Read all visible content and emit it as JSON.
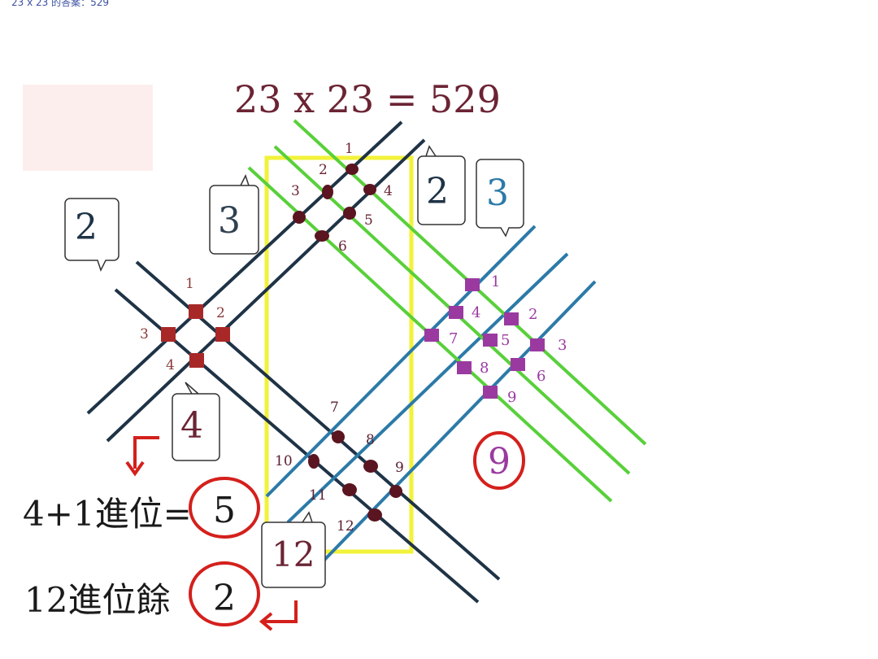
{
  "caption": "23 x 23 的答案：529",
  "title": "23 x 23 = 529",
  "bubbles": {
    "left_tens": "2",
    "left_ones": "3",
    "right_tens": "2",
    "right_ones": "3",
    "hundreds_count": "4",
    "tens_count": "12"
  },
  "left_intersections": [
    "1",
    "2",
    "3",
    "4"
  ],
  "top_intersections": [
    "1",
    "2",
    "3",
    "4",
    "5",
    "6"
  ],
  "right_intersections": [
    "1",
    "2",
    "3",
    "4",
    "5",
    "6",
    "7",
    "8",
    "9"
  ],
  "bottom_intersections": [
    "7",
    "8",
    "9",
    "10",
    "11",
    "12"
  ],
  "result_ones": "9",
  "step_hundreds": {
    "label": "4+1進位=",
    "value": "5"
  },
  "step_tens": {
    "label": "12進位餘",
    "value": "2"
  },
  "colors": {
    "dark_line": "#1f3346",
    "blue_line": "#2c7aa8",
    "green_line": "#58d03a",
    "yellow_box": "#f2f23a",
    "maroon_text": "#6b2434",
    "red_circle": "#d4201c",
    "purple": "#9a3aa0",
    "dot_dark": "#5a1520",
    "dot_red": "#a82828"
  }
}
